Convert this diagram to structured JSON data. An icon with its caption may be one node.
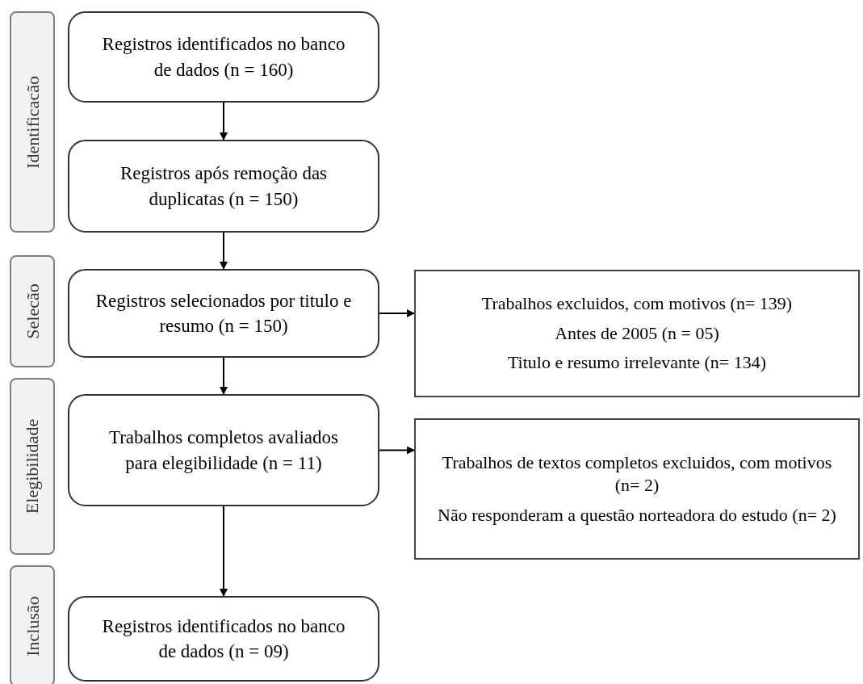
{
  "diagram": {
    "nodes": [
      {
        "text": [
          "Identificacão"
        ]
      },
      {
        "text": [
          "Registros identificados no banco de dados (n = 160)"
        ]
      },
      {
        "text": [
          "Registros após remoção das duplicatas (n = 150)"
        ]
      },
      {
        "text": [
          "Selecão"
        ]
      },
      {
        "text": [
          "Registros selecionados por titulo e resumo (n = 150)"
        ]
      },
      {
        "text": [
          "Trabalhos excluidos, com motivos (n= 139)",
          "Antes de 2005 (n = 05)",
          "Titulo e resumo irrelevante (n= 134)"
        ]
      },
      {
        "text": [
          "Elegibilidade"
        ]
      },
      {
        "text": [
          "Trabalhos completos avaliados para elegibilidade (n = 11)"
        ]
      },
      {
        "text": [
          "Trabalhos de textos completos excluidos, com motivos (n= 2)",
          "Não responderam a questão norteadora do estudo (n= 2)"
        ]
      },
      {
        "text": [
          "Inclusão"
        ]
      },
      {
        "text": [
          "Registros identificados no banco de dados (n = 09)"
        ]
      }
    ],
    "edges": [
      {
        "from": 1,
        "to": 2,
        "arrow": "to"
      },
      {
        "from": 2,
        "to": 4,
        "arrow": "to"
      },
      {
        "from": 4,
        "to": 5,
        "arrow": "to"
      },
      {
        "from": 4,
        "to": 7,
        "arrow": "to"
      },
      {
        "from": 7,
        "to": 8,
        "arrow": "to"
      },
      {
        "from": 7,
        "to": 10,
        "arrow": "to"
      }
    ]
  }
}
